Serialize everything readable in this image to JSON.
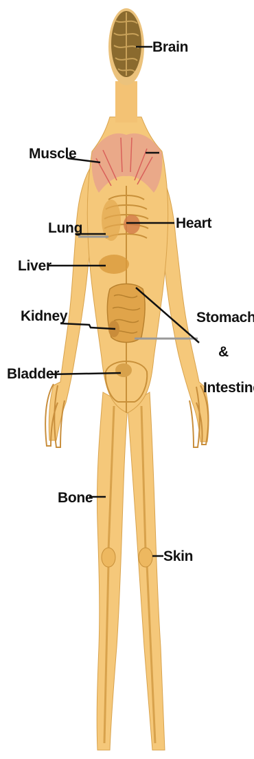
{
  "labels": {
    "brain": "Brain",
    "muscle": "Muscle",
    "heart": "Heart",
    "lung": "Lung",
    "liver": "Liver",
    "kidney": "Kidney",
    "stomach_line1": "Stomach",
    "stomach_line2": "&",
    "stomach_line3": "Intestines",
    "bladder": "Bladder",
    "bone": "Bone",
    "skin": "Skin"
  },
  "colors": {
    "skin_fill": "#F5C87A",
    "skin_light": "#FBE0A8",
    "muscle_red": "#D9605A",
    "bone_tone": "#E6B24E",
    "organ_tone": "#D99A3C",
    "brain_tone": "#8A6A2E",
    "leader_line": "#111111",
    "grey_line": "#888888"
  }
}
